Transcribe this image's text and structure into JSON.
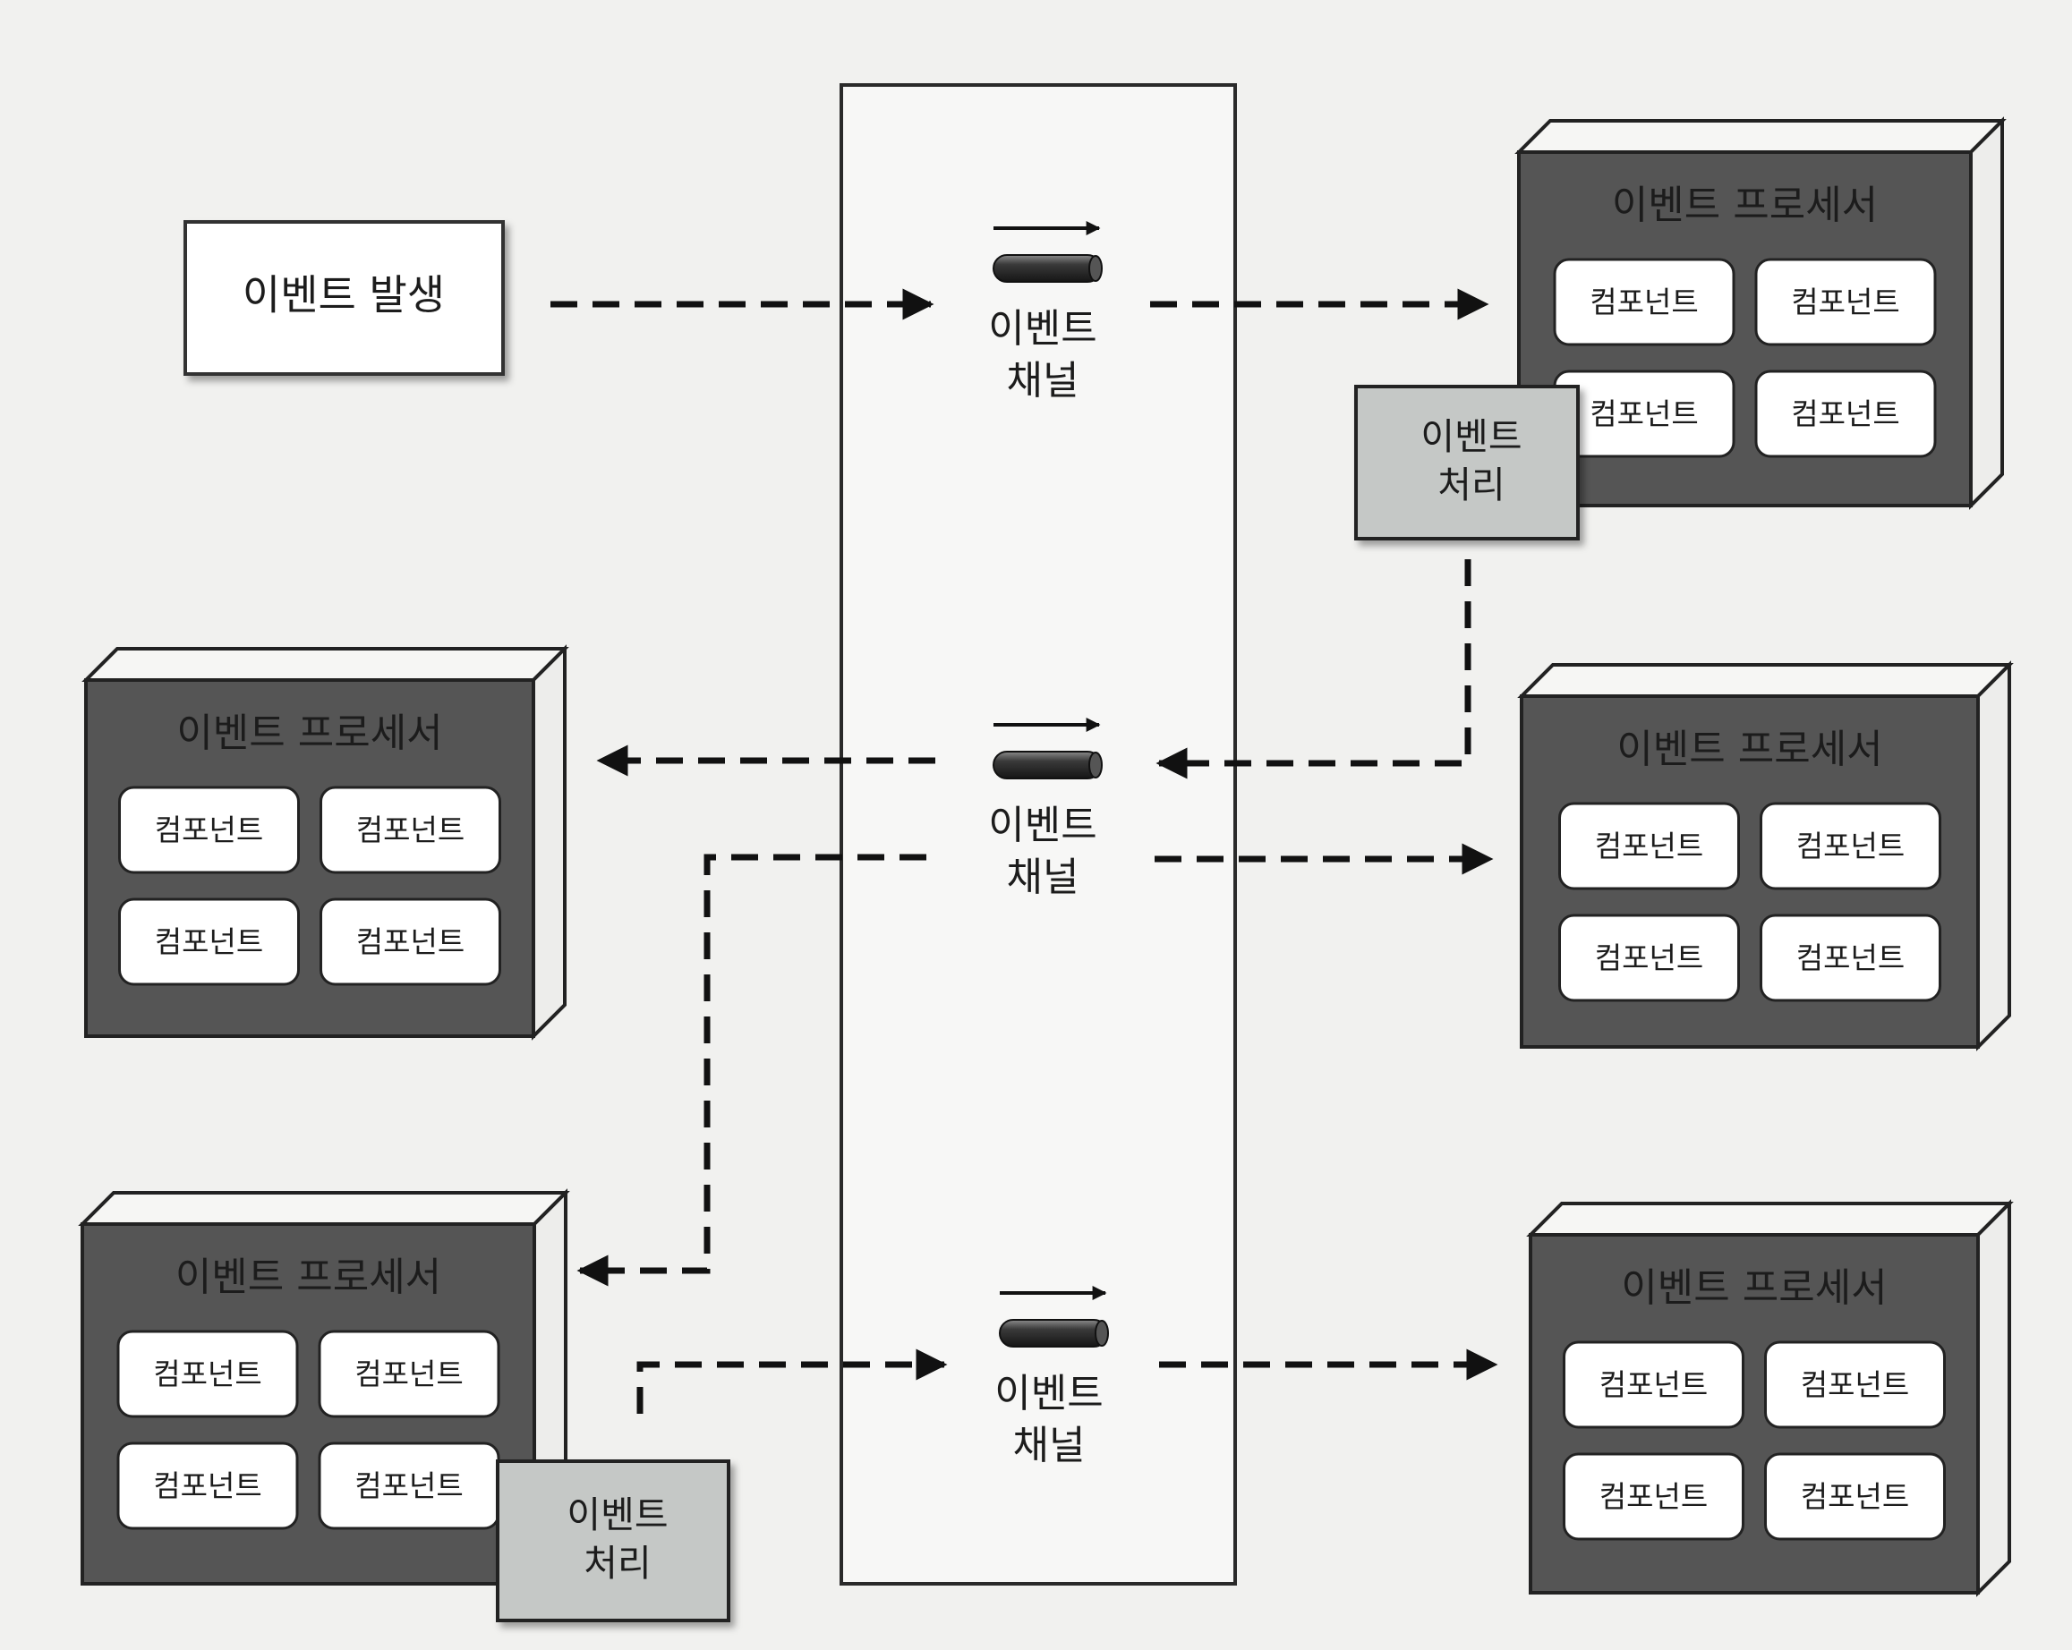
{
  "colors": {
    "background": "#f1f1ef",
    "processor_fill": "#555555",
    "component_fill": "#ffffff",
    "handler_fill": "#c5c8c6",
    "channel_column": "#f7f7f6",
    "line": "#111111"
  },
  "event_source": {
    "label": "이벤트 발생"
  },
  "channels": [
    {
      "label": [
        "이벤트",
        "채널"
      ],
      "icon": "pipe-channel-icon"
    },
    {
      "label": [
        "이벤트",
        "채널"
      ],
      "icon": "pipe-channel-icon"
    },
    {
      "label": [
        "이벤트",
        "채널"
      ],
      "icon": "pipe-channel-icon"
    }
  ],
  "processors": [
    {
      "position": "top-right",
      "title": "이벤트 프로세서",
      "components": [
        "컴포넌트",
        "컴포넌트",
        "컴포넌트",
        "컴포넌트"
      ]
    },
    {
      "position": "middle-right",
      "title": "이벤트 프로세서",
      "components": [
        "컴포넌트",
        "컴포넌트",
        "컴포넌트",
        "컴포넌트"
      ]
    },
    {
      "position": "bottom-right",
      "title": "이벤트 프로세서",
      "components": [
        "컴포넌트",
        "컴포넌트",
        "컴포넌트",
        "컴포넌트"
      ]
    },
    {
      "position": "middle-left",
      "title": "이벤트 프로세서",
      "components": [
        "컴포넌트",
        "컴포넌트",
        "컴포넌트",
        "컴포넌트"
      ]
    },
    {
      "position": "bottom-left",
      "title": "이벤트 프로세서",
      "components": [
        "컴포넌트",
        "컴포넌트",
        "컴포넌트",
        "컴포넌트"
      ]
    }
  ],
  "handlers": [
    {
      "label": [
        "이벤트",
        "처리"
      ]
    },
    {
      "label": [
        "이벤트",
        "처리"
      ]
    }
  ]
}
